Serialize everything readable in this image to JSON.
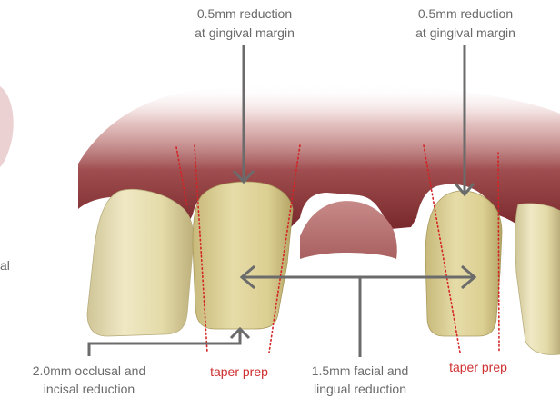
{
  "labels": {
    "top_left": {
      "line1": "0.5mm reduction",
      "line2": "at gingival margin"
    },
    "top_right": {
      "line1": "0.5mm reduction",
      "line2": "at gingival margin"
    },
    "bottom_left": {
      "line1": "2.0mm occlusal and",
      "line2": "incisal reduction"
    },
    "bottom_mid": {
      "line1": "1.5mm facial and",
      "line2": "lingual reduction"
    },
    "taper_left": "taper prep",
    "taper_right": "taper prep",
    "cropped_left": "al"
  },
  "colors": {
    "arrow": "#6b6b6b",
    "text": "#6a6a6a",
    "taper": "#cf2f2f",
    "gum": "#8f3d3e",
    "tooth": "#e7deb0"
  }
}
